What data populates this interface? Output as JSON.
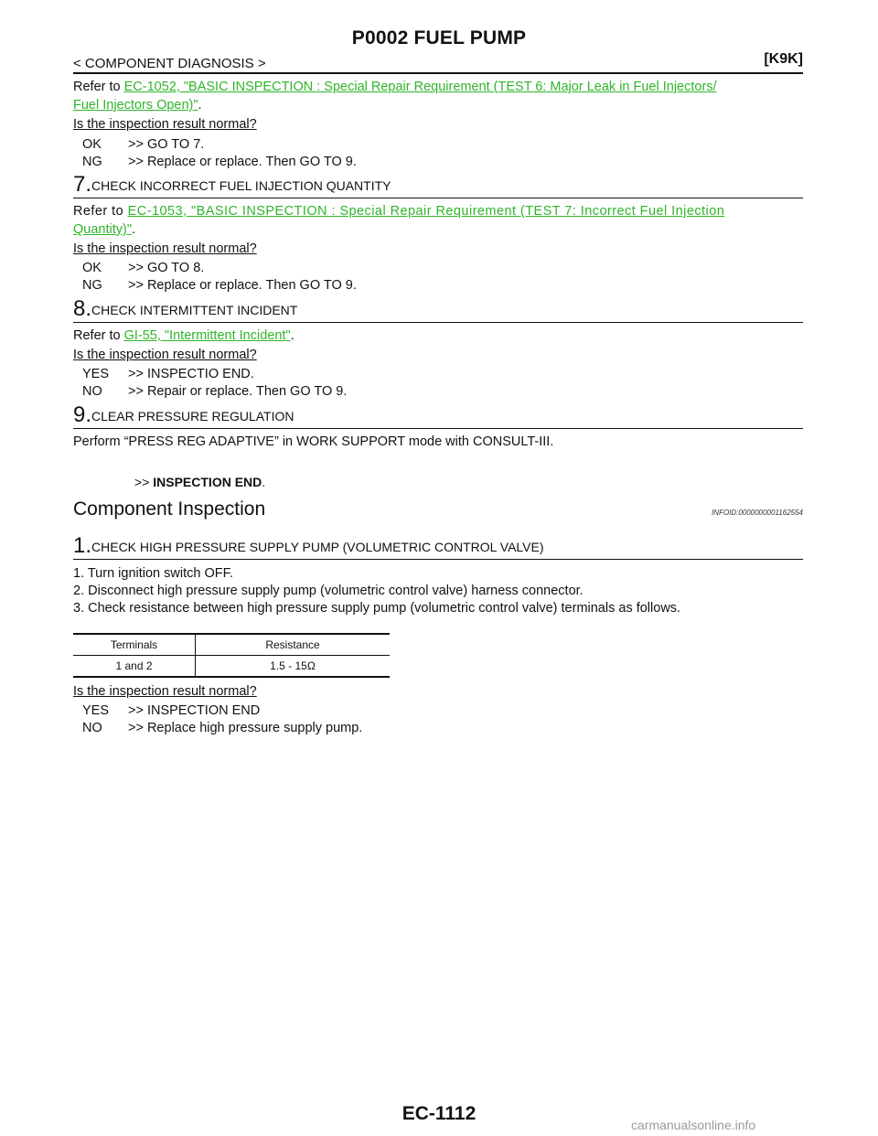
{
  "header": {
    "title": "P0002 FUEL PUMP",
    "section_label": "< COMPONENT DIAGNOSIS >",
    "engine_code": "[K9K]"
  },
  "intro": {
    "refer_prefix": "Refer to ",
    "link_line1": "EC-1052, \"BASIC INSPECTION : Special Repair Requirement (TEST 6: Major Leak in Fuel Injectors/",
    "link_line2": "Fuel Injectors Open)\"",
    "suffix": ".",
    "question": "Is the inspection result normal?",
    "ok_key": "OK",
    "ok_text": ">> GO TO 7.",
    "ng_key": "NG",
    "ng_text": ">> Replace or replace. Then GO TO 9."
  },
  "step7": {
    "num": "7.",
    "title": "CHECK INCORRECT FUEL INJECTION QUANTITY",
    "refer_prefix": "Refer to ",
    "link_line1": "EC-1053, \"BASIC INSPECTION : Special Repair Requirement (TEST 7: Incorrect Fuel Injection",
    "link_line2": "Quantity)\"",
    "suffix": ".",
    "question": "Is the inspection result normal?",
    "ok_key": "OK",
    "ok_text": ">> GO TO 8.",
    "ng_key": "NG",
    "ng_text": ">> Replace or replace. Then GO TO 9."
  },
  "step8": {
    "num": "8.",
    "title": "CHECK INTERMITTENT INCIDENT",
    "refer_prefix": "Refer to ",
    "link": "GI-55, \"Intermittent Incident\"",
    "suffix": ".",
    "question": "Is the inspection result normal?",
    "yes_key": "YES",
    "yes_text": ">> INSPECTIO END.",
    "no_key": "NO",
    "no_text": ">> Repair or replace. Then GO TO 9."
  },
  "step9": {
    "num": "9.",
    "title": "CLEAR PRESSURE REGULATION",
    "body": "Perform “PRESS REG ADAPTIVE” in WORK SUPPORT mode with CONSULT-III.",
    "end_prefix": ">> ",
    "end_text": "INSPECTION END",
    "end_suffix": "."
  },
  "component_inspection": {
    "heading": "Component Inspection",
    "infoid": "INFOID:0000000001162554",
    "step1_num": "1.",
    "step1_title": "CHECK HIGH PRESSURE SUPPLY PUMP (VOLUMETRIC CONTROL VALVE)",
    "items": [
      "1. Turn ignition switch OFF.",
      "2. Disconnect high pressure supply pump (volumetric control valve) harness connector.",
      "3. Check resistance between high pressure supply pump (volumetric control valve) terminals as follows."
    ],
    "table": {
      "headers": [
        "Terminals",
        "Resistance"
      ],
      "row": [
        "1 and 2",
        "1.5 - 15Ω"
      ]
    },
    "question": "Is the inspection result normal?",
    "yes_key": "YES",
    "yes_text": ">> INSPECTION END",
    "no_key": "NO",
    "no_text": ">> Replace high pressure supply pump."
  },
  "footer": {
    "page": "EC-1112",
    "watermark": "carmanualsonline.info"
  },
  "colors": {
    "link": "#2fb52a",
    "text": "#111111"
  }
}
